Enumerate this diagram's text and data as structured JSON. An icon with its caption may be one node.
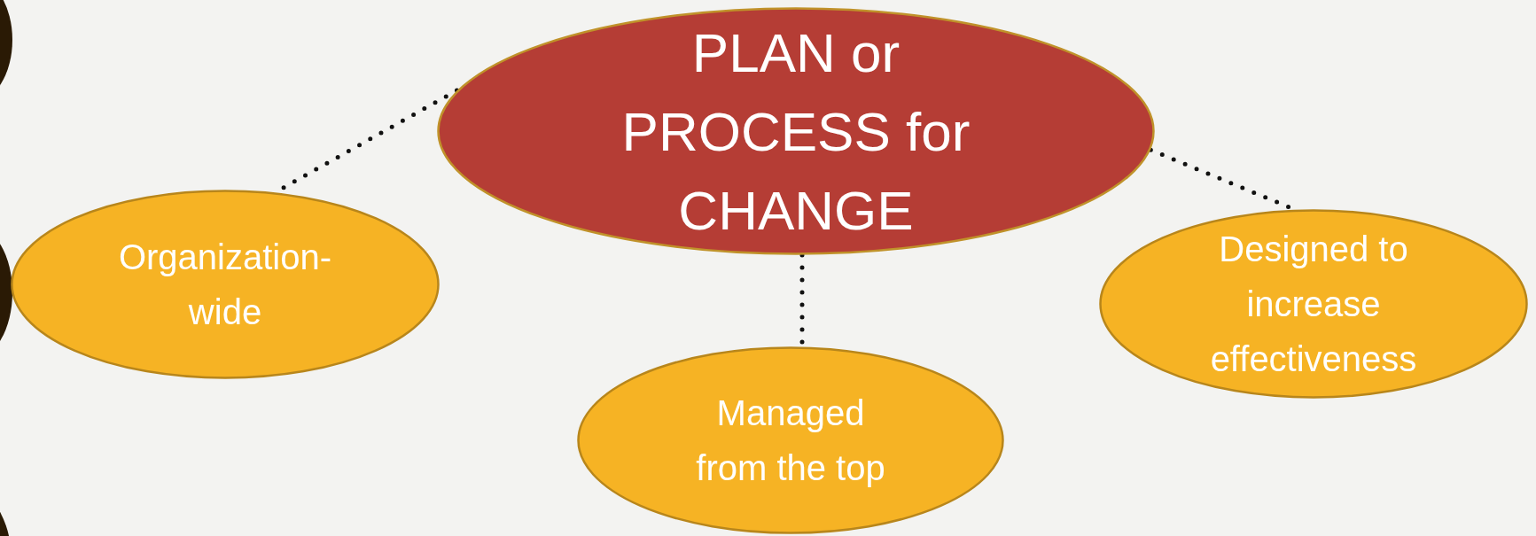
{
  "diagram": {
    "nodes": [
      {
        "text": [
          "PLAN or PROCESS for CHANGE"
        ]
      },
      {
        "text": [
          "Organization-wide"
        ]
      },
      {
        "text": [
          "Designed to increase effectiveness"
        ]
      },
      {
        "text": [
          "Managed from the top"
        ]
      }
    ],
    "edges": [
      {
        "from": 0,
        "to": 1,
        "arrow": "none",
        "style": "dashed"
      },
      {
        "from": 0,
        "to": 2,
        "arrow": "none",
        "style": "dashed"
      },
      {
        "from": 0,
        "to": 3,
        "arrow": "none",
        "style": "dashed"
      }
    ]
  }
}
